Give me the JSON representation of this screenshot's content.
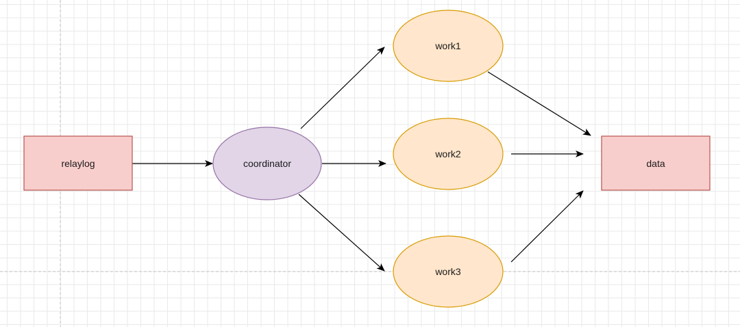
{
  "diagram": {
    "nodes": {
      "relaylog": {
        "label": "relaylog",
        "fill": "#f8cecc",
        "stroke": "#b85450"
      },
      "coordinator": {
        "label": "coordinator",
        "fill": "#e1d5e7",
        "stroke": "#9673a6"
      },
      "work1": {
        "label": "work1",
        "fill": "#ffe6cc",
        "stroke": "#d79b00"
      },
      "work2": {
        "label": "work2",
        "fill": "#ffe6cc",
        "stroke": "#d79b00"
      },
      "work3": {
        "label": "work3",
        "fill": "#ffe6cc",
        "stroke": "#d79b00"
      },
      "data": {
        "label": "data",
        "fill": "#f8cecc",
        "stroke": "#b85450"
      }
    },
    "edges": [
      {
        "from": "relaylog",
        "to": "coordinator"
      },
      {
        "from": "coordinator",
        "to": "work1"
      },
      {
        "from": "coordinator",
        "to": "work2"
      },
      {
        "from": "coordinator",
        "to": "work3"
      },
      {
        "from": "work1",
        "to": "data"
      },
      {
        "from": "work2",
        "to": "data"
      },
      {
        "from": "work3",
        "to": "data"
      }
    ]
  }
}
